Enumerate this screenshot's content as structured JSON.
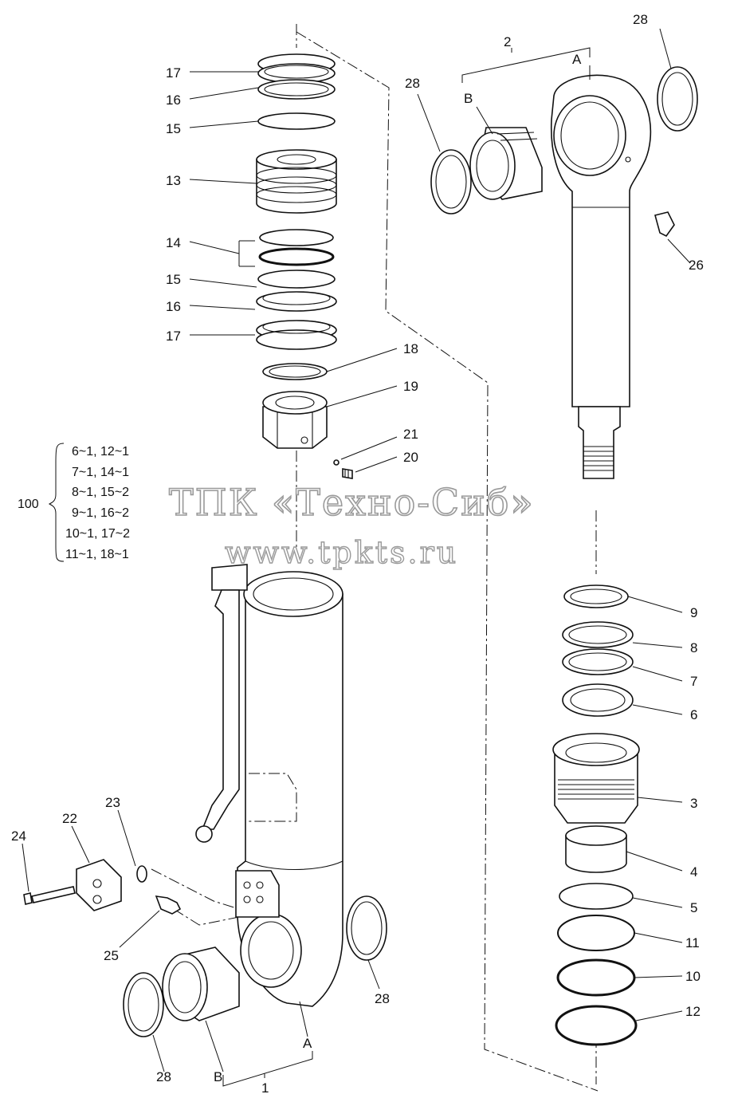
{
  "callouts": [
    {
      "id": "c17a",
      "text": "17"
    },
    {
      "id": "c16a",
      "text": "16"
    },
    {
      "id": "c15a",
      "text": "15"
    },
    {
      "id": "c13",
      "text": "13"
    },
    {
      "id": "c14",
      "text": "14"
    },
    {
      "id": "c15b",
      "text": "15"
    },
    {
      "id": "c16b",
      "text": "16"
    },
    {
      "id": "c17b",
      "text": "17"
    },
    {
      "id": "c18",
      "text": "18"
    },
    {
      "id": "c19",
      "text": "19"
    },
    {
      "id": "c21",
      "text": "21"
    },
    {
      "id": "c20",
      "text": "20"
    },
    {
      "id": "c2",
      "text": "2"
    },
    {
      "id": "cA_top",
      "text": "A"
    },
    {
      "id": "cB_top",
      "text": "B"
    },
    {
      "id": "c28_tl",
      "text": "28"
    },
    {
      "id": "c28_tr",
      "text": "28"
    },
    {
      "id": "c26",
      "text": "26"
    },
    {
      "id": "c9",
      "text": "9"
    },
    {
      "id": "c8",
      "text": "8"
    },
    {
      "id": "c7",
      "text": "7"
    },
    {
      "id": "c6",
      "text": "6"
    },
    {
      "id": "c3",
      "text": "3"
    },
    {
      "id": "c4",
      "text": "4"
    },
    {
      "id": "c5",
      "text": "5"
    },
    {
      "id": "c11",
      "text": "11"
    },
    {
      "id": "c10",
      "text": "10"
    },
    {
      "id": "c12",
      "text": "12"
    },
    {
      "id": "c23",
      "text": "23"
    },
    {
      "id": "c22",
      "text": "22"
    },
    {
      "id": "c24",
      "text": "24"
    },
    {
      "id": "c25",
      "text": "25"
    },
    {
      "id": "c28_mr",
      "text": "28"
    },
    {
      "id": "c28_bl",
      "text": "28"
    },
    {
      "id": "cA_bot",
      "text": "A"
    },
    {
      "id": "cB_bot",
      "text": "B"
    },
    {
      "id": "c1",
      "text": "1"
    }
  ],
  "kit": {
    "number": "100",
    "lines": [
      "6~1, 12~1",
      "7~1, 14~1",
      "8~1, 15~2",
      "9~1, 16~2",
      "10~1, 17~2",
      "11~1, 18~1"
    ]
  },
  "watermark": {
    "company": "ТПК «Техно-Сиб»",
    "url": "www.tpkts.ru"
  },
  "colors": {
    "line": "#111111",
    "background": "#ffffff",
    "watermark": "#9a9a9a"
  }
}
